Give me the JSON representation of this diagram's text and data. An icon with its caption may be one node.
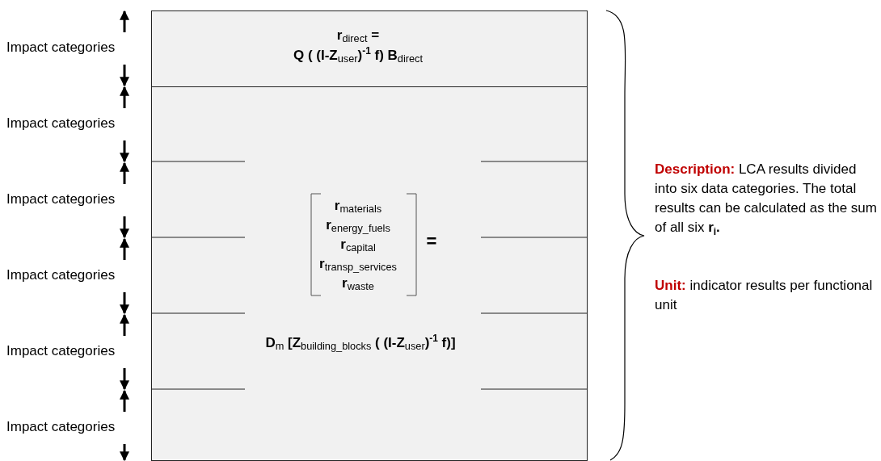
{
  "diagram": {
    "nodes": [
      {
        "text": [
          "r$_{direct}$ =",
          "Q ( (I-Z$_{user}$)$^{-1}$ f) B$_{direct}$"
        ]
      },
      {
        "text": [
          "r$_{materials}$",
          "r$_{energy_fuels}$",
          "r$_{capital}$",
          "r$_{transp_services}$",
          "r$_{waste}$",
          "=",
          "D$_{m}$ [Z$_{building_blocks}$ ( (I-Z$_{user}$)$^{-1}$ f)]"
        ]
      }
    ],
    "edges": [],
    "labels": [
      "Impact categories",
      "Impact categories",
      "Impact categories",
      "Impact categories",
      "Impact categories",
      "Impact categories",
      "**Description:** LCA results divided into six data categories. The total results can be calculated as the sum of all six **r$_{i}$.**",
      "**Unit:** indicator results per functional unit"
    ]
  }
}
